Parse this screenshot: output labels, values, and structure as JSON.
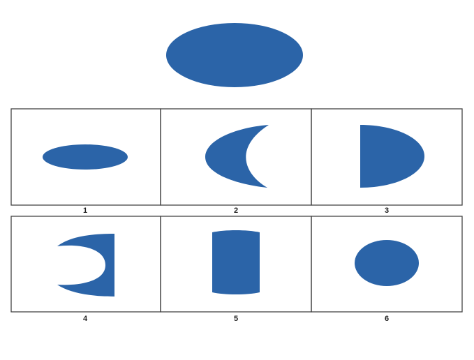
{
  "colors": {
    "shape_fill": "#2B64A8",
    "border": "#444444",
    "background": "#ffffff"
  },
  "target": {
    "shape": "wide-ellipse"
  },
  "options": [
    {
      "label": "1",
      "shape": "flat-ellipse"
    },
    {
      "label": "2",
      "shape": "crescent"
    },
    {
      "label": "3",
      "shape": "half-ellipse"
    },
    {
      "label": "4",
      "shape": "ellipse-cutout"
    },
    {
      "label": "5",
      "shape": "barrel"
    },
    {
      "label": "6",
      "shape": "oval"
    }
  ]
}
